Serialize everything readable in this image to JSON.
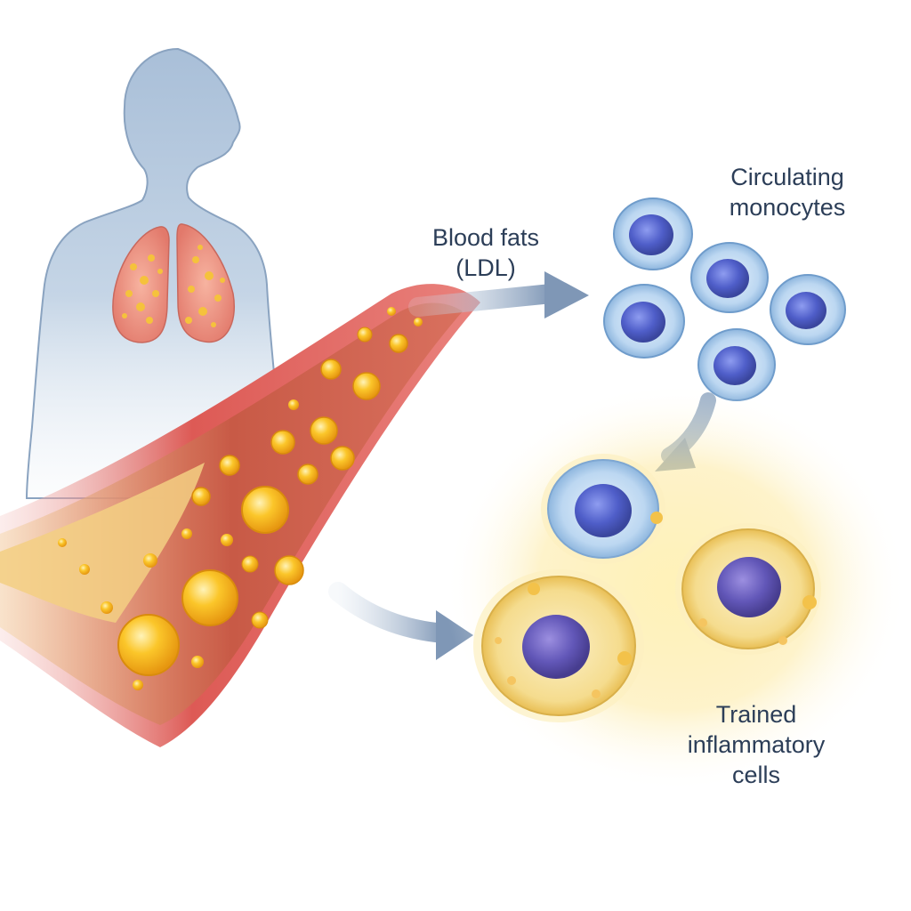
{
  "labels": {
    "blood_fats": [
      "Blood fats",
      "(LDL)"
    ],
    "circulating_monocytes": [
      "Circulating",
      "monocytes"
    ],
    "trained_cells": [
      "Trained",
      "inflammatory",
      "cells"
    ]
  },
  "colors": {
    "text": "#2c3e58",
    "body_silhouette": "#b7c9dd",
    "vessel_wall": "#d9534f",
    "lipid": "#f5b71f",
    "monocyte_membrane": "#9cc3e8",
    "monocyte_nucleus": "#4b5bc4",
    "trained_cell_glow": "#fbe8a6",
    "arrow": "#8fa6c2"
  }
}
